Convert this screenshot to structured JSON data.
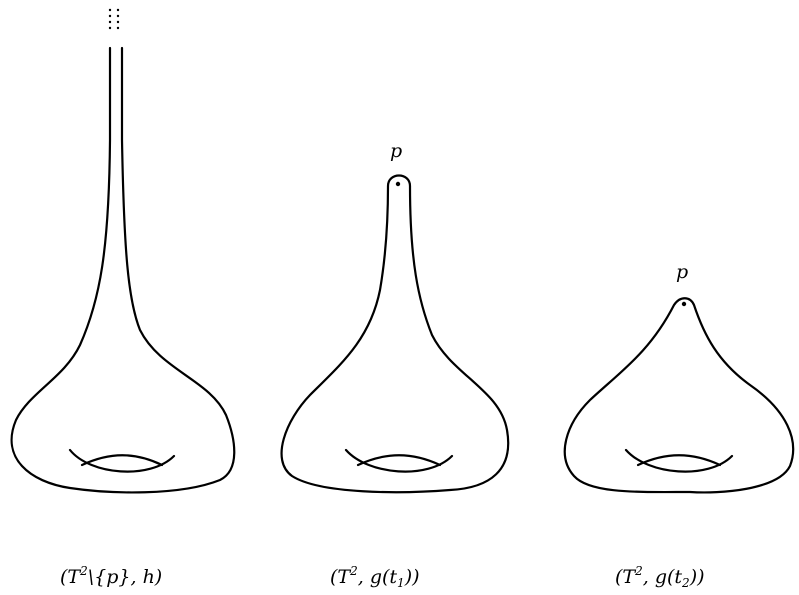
{
  "figure": {
    "panels": [
      {
        "id": "cusp",
        "caption": {
          "open": "(",
          "base": "T",
          "exp": "2",
          "rest": "\\{p}, h)"
        }
      },
      {
        "id": "t1",
        "point_label": "p",
        "caption": {
          "open": "(",
          "base": "T",
          "exp": "2",
          "mid": ", g(t",
          "idx": "1",
          "close": "))"
        }
      },
      {
        "id": "t2",
        "point_label": "p",
        "caption": {
          "open": "(",
          "base": "T",
          "exp": "2",
          "mid": ", g(t",
          "idx": "2",
          "close": "))"
        }
      }
    ],
    "stroke_color": "#000000",
    "background": "#ffffff"
  }
}
